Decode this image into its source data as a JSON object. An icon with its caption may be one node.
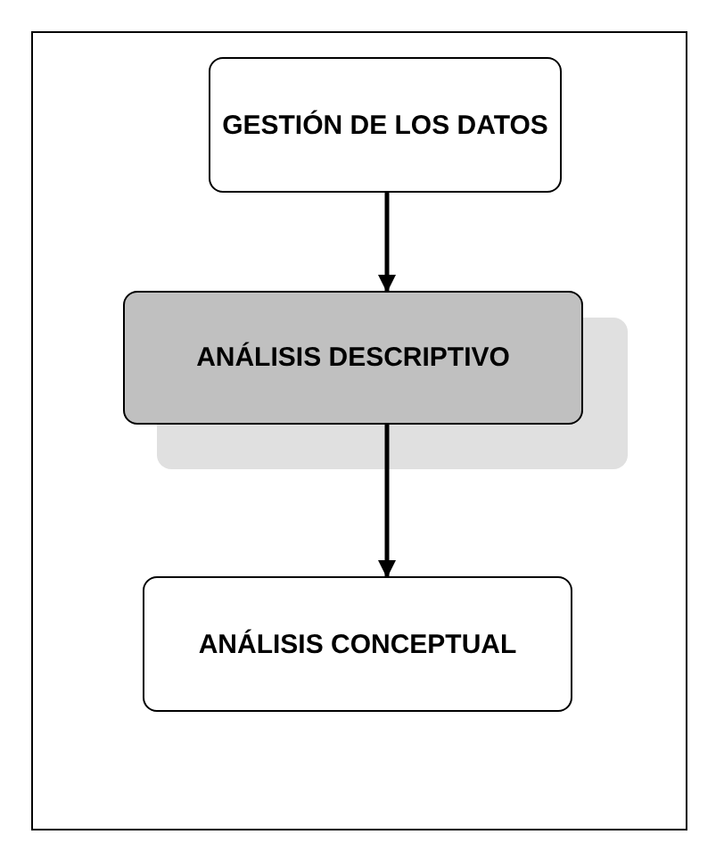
{
  "diagram": {
    "nodes": [
      {
        "text": [
          "GESTIÓN DE LOS DATOS"
        ]
      },
      {
        "text": [
          "ANÁLISIS DESCRIPTIVO"
        ]
      },
      {
        "text": [
          "ANÁLISIS CONCEPTUAL"
        ]
      }
    ],
    "edges": [
      {
        "from": 0,
        "to": 1,
        "arrow": "to"
      },
      {
        "from": 1,
        "to": 2,
        "arrow": "to"
      }
    ]
  }
}
